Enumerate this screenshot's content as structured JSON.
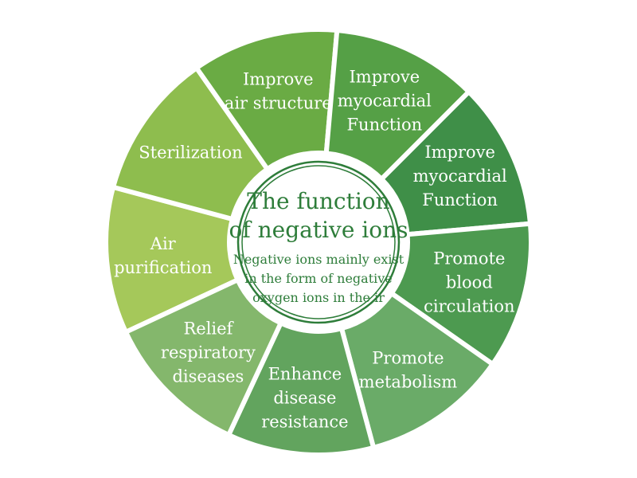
{
  "center": {
    "title_lines": [
      "The function",
      "of negative ions"
    ],
    "subtitle_lines": [
      "Negative ions mainly exist",
      "in the form of negative",
      "oxygen ions in the ir"
    ]
  },
  "segments": [
    {
      "lines": [
        "Air",
        "purification"
      ],
      "color": "#a5c85a"
    },
    {
      "lines": [
        "Sterilization"
      ],
      "color": "#8ebd4e"
    },
    {
      "lines": [
        "Improve",
        "air structure"
      ],
      "color": "#6aab44"
    },
    {
      "lines": [
        "Improve",
        "myocardial",
        "Function"
      ],
      "color": "#55a046"
    },
    {
      "lines": [
        "Improve",
        "myocardial",
        "Function"
      ],
      "color": "#3f8f48"
    },
    {
      "lines": [
        "Promote",
        "blood",
        "circulation"
      ],
      "color": "#4d9a50"
    },
    {
      "lines": [
        "Promote",
        "metabolism"
      ],
      "color": "#6aab68"
    },
    {
      "lines": [
        "Enhance",
        "disease",
        "resistance"
      ],
      "color": "#62a45e"
    },
    {
      "lines": [
        "Relief",
        "respiratory",
        "diseases"
      ],
      "color": "#84b76c"
    }
  ],
  "colors": {
    "center_text": "#2e7d3a",
    "center_ring": "#2e7d3a",
    "separator": "#ffffff"
  }
}
